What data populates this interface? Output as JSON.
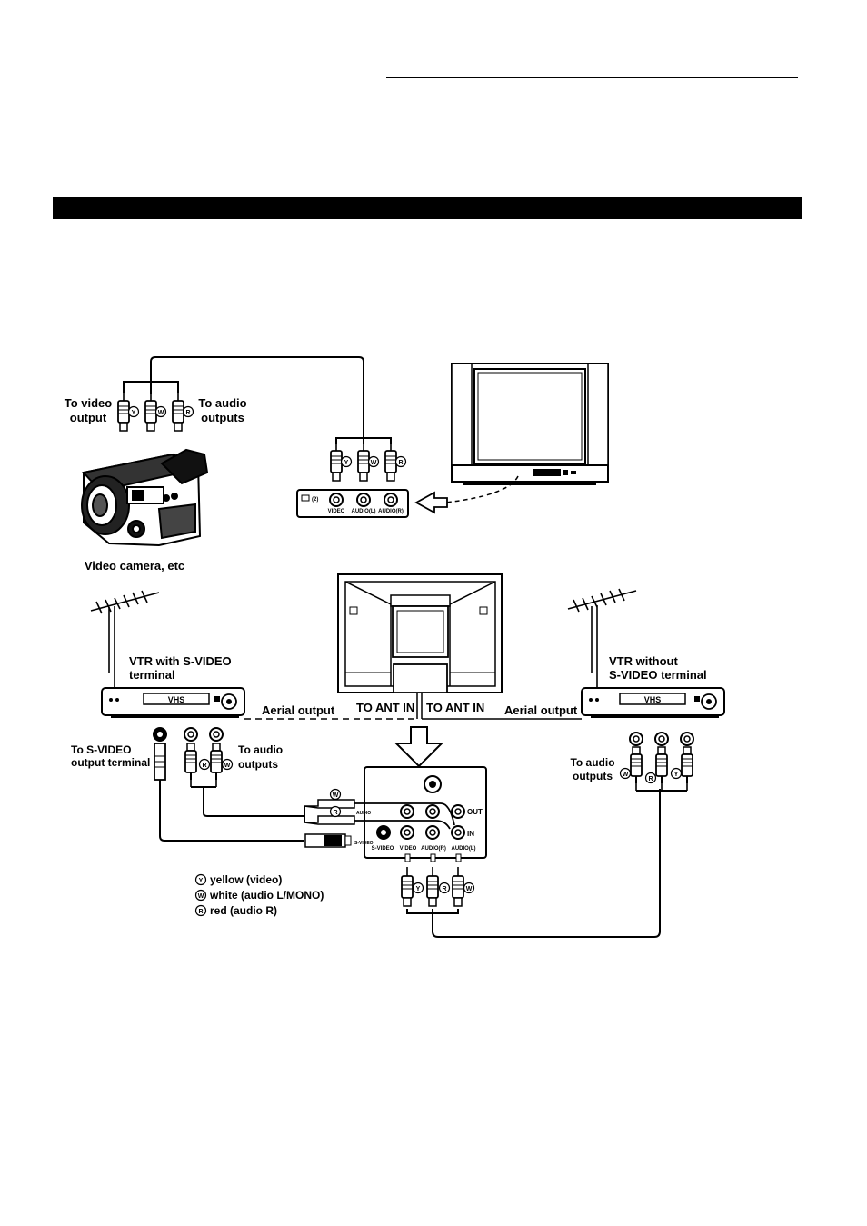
{
  "camera": {
    "label": "Video camera, etc",
    "video_output": [
      "To video",
      "output"
    ],
    "audio_outputs": [
      "To audio",
      "outputs"
    ]
  },
  "tv_side_panel": {
    "port_number": "(2)",
    "ports": [
      "VIDEO",
      "AUDIO(L)",
      "AUDIO(R)"
    ]
  },
  "vtr_left": {
    "title": [
      "VTR with S-VIDEO",
      "terminal"
    ],
    "brand": "VHS",
    "aerial": "Aerial output",
    "svideo_out": [
      "To S-VIDEO",
      "output terminal"
    ],
    "audio_outputs": [
      "To audio",
      "outputs"
    ]
  },
  "vtr_right": {
    "title": [
      "VTR without",
      "S-VIDEO terminal"
    ],
    "brand": "VHS",
    "aerial": "Aerial output",
    "audio_outputs": [
      "To audio",
      "outputs"
    ]
  },
  "tv_rear": {
    "ant_in_left": "TO ANT IN",
    "ant_in_right": "TO ANT IN"
  },
  "rear_panel": {
    "out": "OUT",
    "in": "IN",
    "audio_tag": "AUDIO",
    "svideo_tag": "S-VIDEO",
    "ports": [
      "S-VIDEO",
      "VIDEO",
      "AUDIO(R)",
      "AUDIO(L)"
    ]
  },
  "legend": {
    "yellow": "yellow (video)",
    "white": "white (audio L/MONO)",
    "red": "red (audio R)"
  },
  "plug_marks": {
    "yellow": "Y",
    "white": "W",
    "red": "R"
  }
}
